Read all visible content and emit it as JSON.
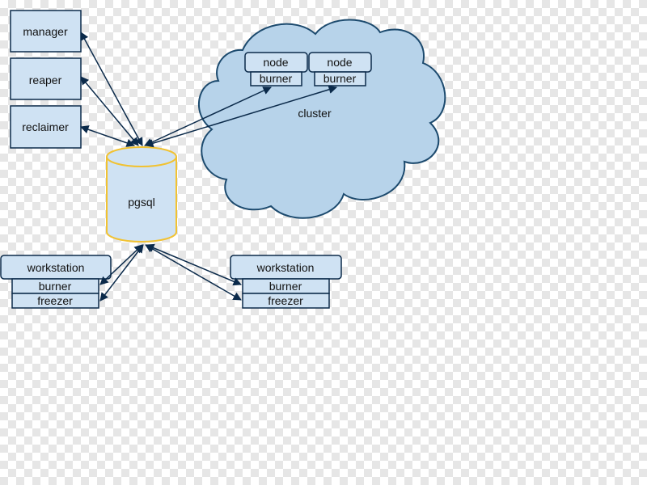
{
  "colors": {
    "box_fill": "#cfe2f3",
    "box_stroke": "#0b2a4a",
    "cloud_fill": "#b7d3ea",
    "cloud_stroke": "#1c4a6e",
    "database_stroke": "#f1c232",
    "arrow": "#0b2a4a"
  },
  "left_services": {
    "manager": "manager",
    "reaper": "reaper",
    "reclaimer": "reclaimer"
  },
  "database": {
    "label": "pgsql"
  },
  "cluster": {
    "label": "cluster",
    "nodes": [
      {
        "node": "node",
        "burner": "burner"
      },
      {
        "node": "node",
        "burner": "burner"
      }
    ]
  },
  "workstations": [
    {
      "title": "workstation",
      "burner": "burner",
      "freezer": "freezer"
    },
    {
      "title": "workstation",
      "burner": "burner",
      "freezer": "freezer"
    }
  ]
}
